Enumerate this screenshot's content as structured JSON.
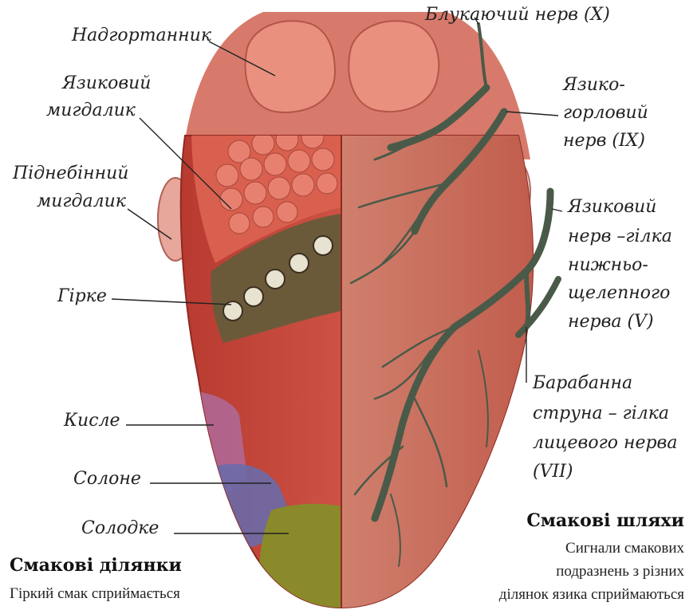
{
  "labels": {
    "epiglottis": "Надгортанник",
    "lingual_tonsil_1": "Язиковий",
    "lingual_tonsil_2": "мигдалик",
    "palatine_tonsil_1": "Піднебінний",
    "palatine_tonsil_2": "мигдалик",
    "bitter": "Гірке",
    "sour": "Кисле",
    "salty": "Солоне",
    "sweet": "Солодке",
    "vagus": "Блукаючий нерв (X)",
    "glossopharyngeal_1": "Язико-",
    "glossopharyngeal_2": "горловий",
    "glossopharyngeal_3": "нерв (IX)",
    "lingual_nerve_1": "Язиковий",
    "lingual_nerve_2": "нерв –гілка",
    "lingual_nerve_3": "нижньо-",
    "lingual_nerve_4": "щелепного",
    "lingual_nerve_5": "нерва (V)",
    "chorda_1": "Барабанна",
    "chorda_2": "струна – гілка",
    "chorda_3": "лицевого нерва",
    "chorda_4": "(VII)"
  },
  "left_caption": {
    "title": "Смакові ділянки",
    "text": "Гіркий смак сприймається"
  },
  "right_caption": {
    "title": "Смакові шляхи",
    "line1": "Сигнали смакових",
    "line2": "подразнень з різних",
    "line3": "ділянок язика сприймаються"
  },
  "colors": {
    "tongue": "#c8483e",
    "tongue_light": "#e08a7c",
    "sour_zone": "#b06a9a",
    "salty_zone": "#6a6aa8",
    "sweet_zone": "#8a8a2a",
    "bitter_zone": "#6b5a3a",
    "nerve": "#4a5a48"
  }
}
